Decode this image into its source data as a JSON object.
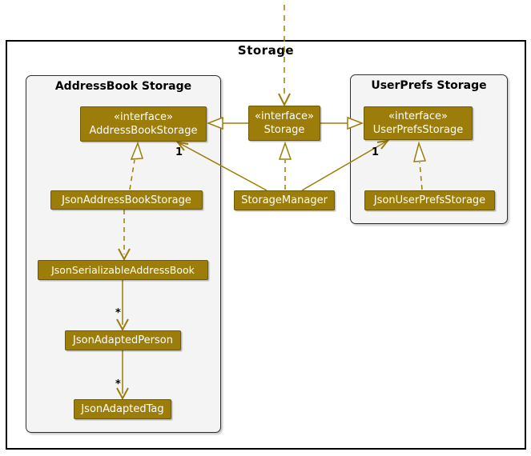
{
  "frame": {
    "title": "Storage"
  },
  "packages": {
    "address_book": {
      "title": "AddressBook Storage"
    },
    "user_prefs": {
      "title": "UserPrefs Storage"
    }
  },
  "classes": {
    "address_book_storage": {
      "stereotype": "«interface»",
      "name": "AddressBookStorage"
    },
    "storage": {
      "stereotype": "«interface»",
      "name": "Storage"
    },
    "user_prefs_storage": {
      "stereotype": "«interface»",
      "name": "UserPrefsStorage"
    },
    "json_address_book_storage": {
      "name": "JsonAddressBookStorage"
    },
    "storage_manager": {
      "name": "StorageManager"
    },
    "json_user_prefs_storage": {
      "name": "JsonUserPrefsStorage"
    },
    "json_serializable_address_book": {
      "name": "JsonSerializableAddressBook"
    },
    "json_adapted_person": {
      "name": "JsonAdaptedPerson"
    },
    "json_adapted_tag": {
      "name": "JsonAdaptedTag"
    }
  },
  "labels": {
    "storagemanager_to_addressbookstorage": "1",
    "storagemanager_to_userprefsstorage": "1",
    "serializable_to_person": "*",
    "person_to_tag": "*"
  },
  "colors": {
    "class_fill": "#9D7D0A",
    "class_border": "#6E5A06",
    "class_text": "#FFFFFF",
    "arrow": "#9D7D0A",
    "package_fill": "#F4F4F4",
    "package_border": "#2F2F2F",
    "frame_border": "#000000",
    "label_text": "#000000"
  }
}
